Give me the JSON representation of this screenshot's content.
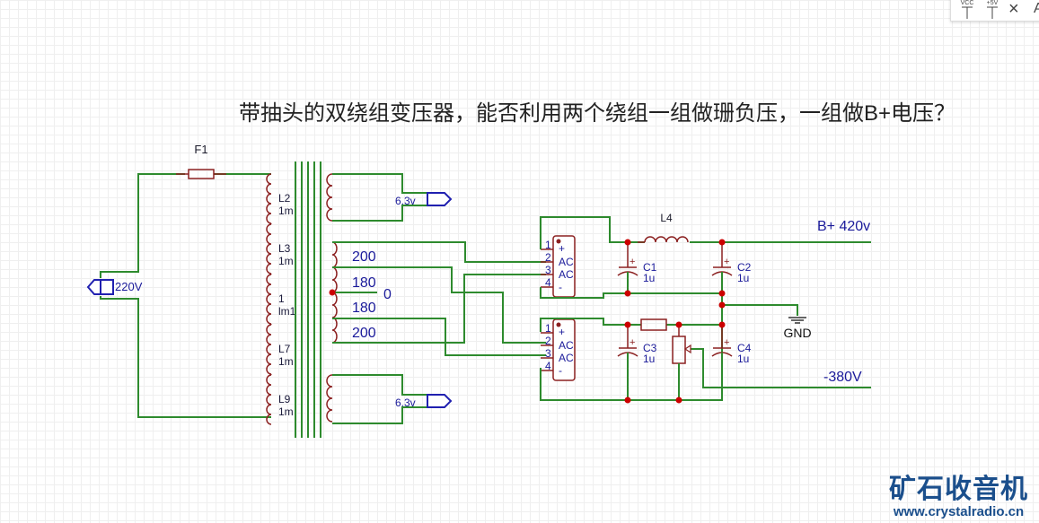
{
  "title": {
    "cn_part": "带抽头的双绕组变压器，能否利用两个绕组一组做珊负压，一组做",
    "latin_part": "B+",
    "cn_end": "电压？"
  },
  "toolbar": {
    "items": [
      {
        "label": "VCC",
        "icon": "vcc-symbol-icon"
      },
      {
        "label": "+5V",
        "icon": "plus5v-symbol-icon"
      },
      {
        "label": "×",
        "icon": "close-icon"
      },
      {
        "label": "A",
        "icon": "text-tool-icon"
      }
    ]
  },
  "components": {
    "fuse": {
      "ref": "F1"
    },
    "input_port": {
      "label": "220V"
    },
    "primary": [
      {
        "ref": "L2",
        "value": "1m"
      },
      {
        "ref": "L3",
        "value": "1m"
      },
      {
        "ref": "1",
        "value": "lm1"
      },
      {
        "ref": "L7",
        "value": "1m"
      },
      {
        "ref": "L9",
        "value": "1m"
      }
    ],
    "heater_top": {
      "label": "6.3v"
    },
    "heater_bottom": {
      "label": "6.3v"
    },
    "secondary_taps": [
      "200",
      "180",
      "0",
      "180",
      "200"
    ],
    "bridge_pins": [
      "1",
      "2",
      "3",
      "4"
    ],
    "bridge_labels": [
      "+",
      "AC",
      "AC",
      "-"
    ],
    "inductor": {
      "ref": "L4"
    },
    "caps": [
      {
        "ref": "C1",
        "value": "1u"
      },
      {
        "ref": "C2",
        "value": "1u"
      },
      {
        "ref": "C3",
        "value": "1u"
      },
      {
        "ref": "C4",
        "value": "1u"
      }
    ],
    "plus_sign": "+",
    "gnd": {
      "label": "GND"
    },
    "b_plus": {
      "label": "B+ 420v"
    },
    "neg": {
      "label": "-380V"
    }
  },
  "logo": {
    "cn": "矿石收音机",
    "url": "www.crystalradio.cn"
  },
  "colors": {
    "wire": "#2e8b2e",
    "component": "#8b2020",
    "label": "#1a1a9a",
    "junction": "#cc0000",
    "logo": "#1b4f8c"
  }
}
